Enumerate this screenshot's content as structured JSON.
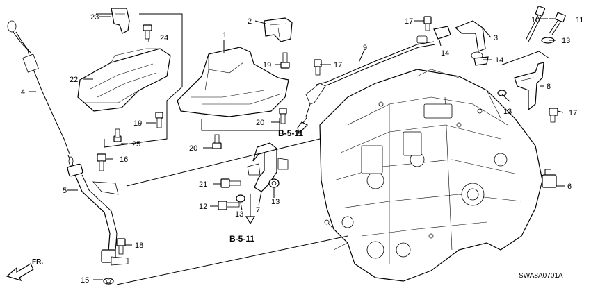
{
  "diagram": {
    "code": "SWA8A0701A",
    "direction_label": "FR.",
    "reference_labels": [
      "B-5-11",
      "B-5-11"
    ],
    "callouts": {
      "c1": "1",
      "c2": "2",
      "c3": "3",
      "c4": "4",
      "c5": "5",
      "c6": "6",
      "c7": "7",
      "c8": "8",
      "c9": "9",
      "c10": "10",
      "c11": "11",
      "c12": "12",
      "c13a": "13",
      "c13b": "13",
      "c13c": "13",
      "c13d": "13",
      "c14a": "14",
      "c14b": "14",
      "c15": "15",
      "c16": "16",
      "c17a": "17",
      "c17b": "17",
      "c17c": "17",
      "c18": "18",
      "c19a": "19",
      "c19b": "19",
      "c20a": "20",
      "c20b": "20",
      "c21": "21",
      "c22": "22",
      "c23": "23",
      "c24": "24",
      "c25": "25"
    }
  }
}
